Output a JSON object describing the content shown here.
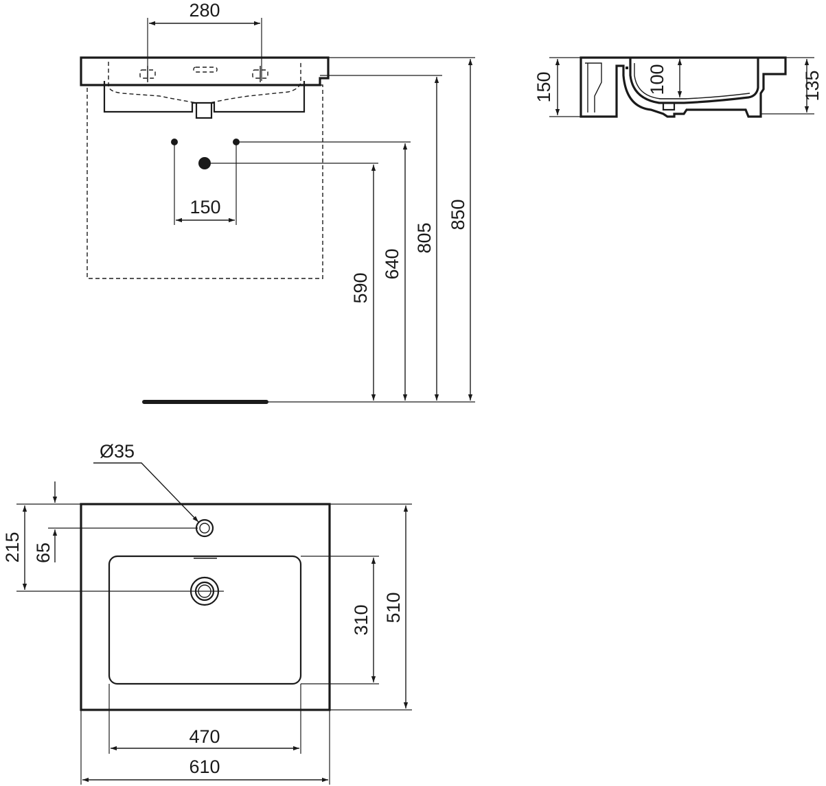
{
  "front_view": {
    "dims": {
      "tap_holes_spacing": "280",
      "supply_spacing": "150",
      "waste_height": "590",
      "supply_height": "640",
      "basin_rim_height": "805",
      "overall_height": "850"
    }
  },
  "side_view": {
    "dims": {
      "basin_height": "150",
      "bowl_depth": "100",
      "back_height": "135"
    }
  },
  "top_view": {
    "dims": {
      "tap_hole_diameter": "Ø35",
      "tap_hole_offset": "65",
      "waste_offset": "215",
      "bowl_depth": "310",
      "overall_depth": "510",
      "bowl_width": "470",
      "overall_width": "610"
    }
  },
  "colors": {
    "line": "#1a1a1a",
    "background": "#ffffff"
  }
}
